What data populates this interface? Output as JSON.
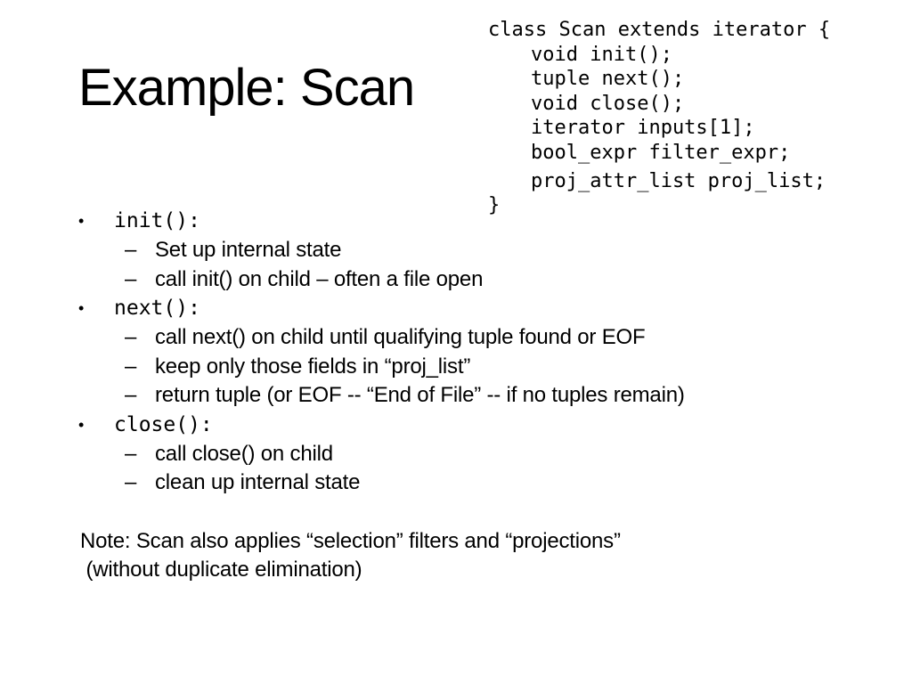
{
  "slide": {
    "title": "Example: Scan",
    "code": [
      "class Scan extends iterator {",
      "void init();",
      "tuple next();",
      "void close();",
      "iterator inputs[1];",
      "bool_expr filter_expr;",
      "proj_attr_list proj_list;",
      "}"
    ],
    "bullets": [
      {
        "label": "init():",
        "items": [
          "Set up internal state",
          "call init() on child – often a file open"
        ]
      },
      {
        "label": "next():",
        "items": [
          "call next() on child until qualifying tuple found or EOF",
          "keep only those fields in “proj_list”",
          "return tuple (or EOF -- “End of File” -- if no tuples remain)"
        ]
      },
      {
        "label": "close():",
        "items": [
          "call close() on child",
          "clean up internal state"
        ]
      }
    ],
    "bullet_marker": "•",
    "dash_marker": "–",
    "note": [
      "Note: Scan also applies “selection” filters and “projections”",
      " (without duplicate elimination)"
    ]
  }
}
